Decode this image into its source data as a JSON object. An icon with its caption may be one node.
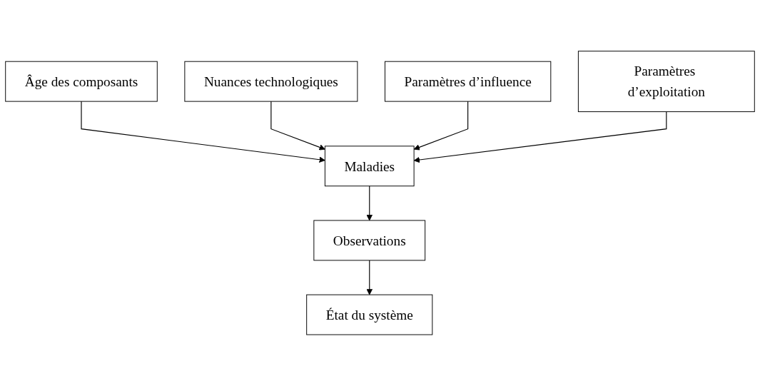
{
  "diagram": {
    "nodes": [
      {
        "text": [
          "Nuances technologiques"
        ]
      },
      {
        "text": [
          "Paramètres d’influence"
        ]
      },
      {
        "text": [
          "Âge des composants"
        ]
      },
      {
        "text": [
          "Paramètres d’exploitation"
        ]
      },
      {
        "text": [
          "Maladies"
        ]
      },
      {
        "text": [
          "Observations"
        ]
      },
      {
        "text": [
          "État du système"
        ]
      }
    ],
    "edges": [
      {
        "from": 2,
        "to": 4,
        "arrow": "to"
      },
      {
        "from": 0,
        "to": 4,
        "arrow": "to"
      },
      {
        "from": 1,
        "to": 4,
        "arrow": "to"
      },
      {
        "from": 3,
        "to": 4,
        "arrow": "to"
      },
      {
        "from": 4,
        "to": 5,
        "arrow": "to"
      },
      {
        "from": 5,
        "to": 6,
        "arrow": "to"
      }
    ]
  }
}
